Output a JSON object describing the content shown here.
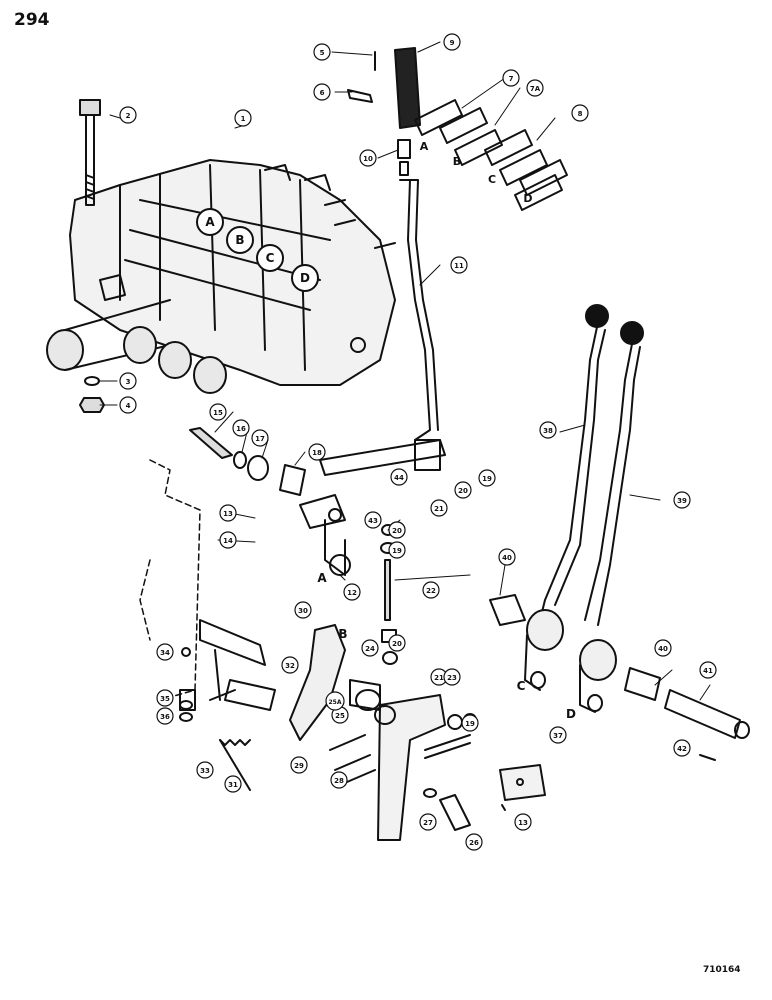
{
  "page": {
    "number": "294",
    "figure_code": "710164"
  },
  "callouts": [
    "1",
    "2",
    "3",
    "4",
    "5",
    "6",
    "7",
    "7A",
    "8",
    "9",
    "10",
    "11",
    "12",
    "13",
    "14",
    "15",
    "16",
    "17",
    "18",
    "19",
    "20",
    "21",
    "22",
    "23",
    "24",
    "25",
    "25A",
    "26",
    "27",
    "28",
    "29",
    "30",
    "31",
    "32",
    "33",
    "34",
    "35",
    "36",
    "37",
    "38",
    "39",
    "40",
    "41",
    "42",
    "43",
    "44"
  ],
  "section_letters": [
    "A",
    "B",
    "C",
    "D"
  ]
}
